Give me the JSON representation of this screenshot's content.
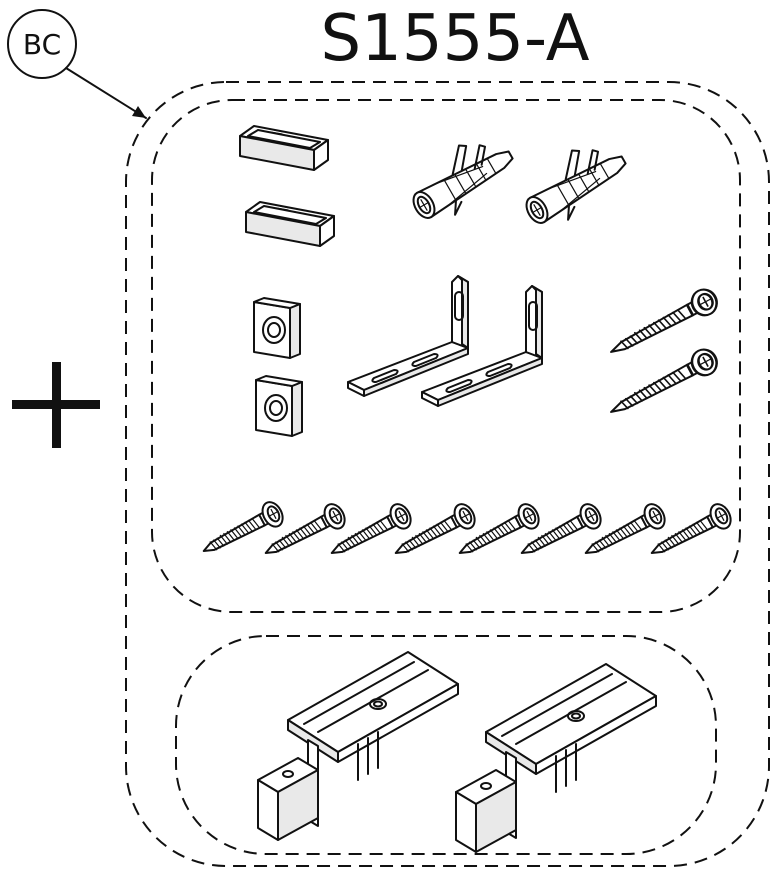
{
  "title": "S1555-A",
  "callout": {
    "label": "BC"
  },
  "plus_sign": "+",
  "colors": {
    "ink": "#111111",
    "background": "#ffffff"
  },
  "parts": {
    "clips": 2,
    "wall_plugs": 2,
    "spacer_blocks": 2,
    "l_brackets": 2,
    "long_screws": 2,
    "screws_row": 8,
    "slide_blocks": 2
  }
}
